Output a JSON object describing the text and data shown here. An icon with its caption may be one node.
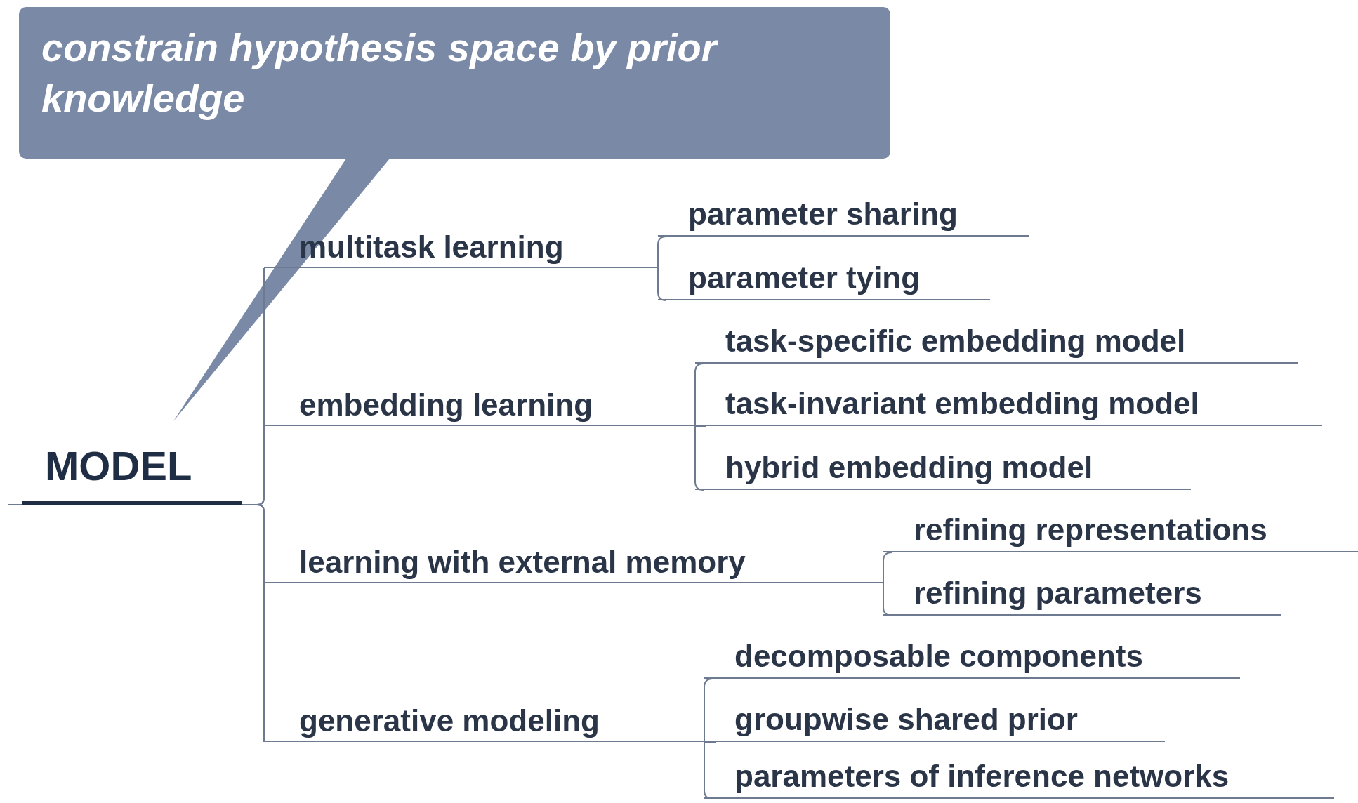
{
  "diagram": {
    "nodes": [
      {
        "text": [
          "constrain hypothesis space by prior knowledge"
        ]
      },
      {
        "text": [
          "MODEL"
        ]
      },
      {
        "text": [
          "multitask learning"
        ]
      },
      {
        "text": [
          "parameter sharing"
        ]
      },
      {
        "text": [
          "parameter tying"
        ]
      },
      {
        "text": [
          "embedding learning"
        ]
      },
      {
        "text": [
          "task-specific embedding model"
        ]
      },
      {
        "text": [
          "task-invariant embedding model"
        ]
      },
      {
        "text": [
          "hybrid embedding model"
        ]
      },
      {
        "text": [
          "learning with external memory"
        ]
      },
      {
        "text": [
          "refining representations"
        ]
      },
      {
        "text": [
          "refining parameters"
        ]
      },
      {
        "text": [
          "generative modeling"
        ]
      },
      {
        "text": [
          "decomposable components"
        ]
      },
      {
        "text": [
          "groupwise shared prior"
        ]
      },
      {
        "text": [
          "parameters of inference networks"
        ]
      }
    ],
    "edges": [
      {
        "from": 0,
        "to": 1,
        "arrow": "none"
      },
      {
        "from": 1,
        "to": 2,
        "arrow": "none"
      },
      {
        "from": 1,
        "to": 5,
        "arrow": "none"
      },
      {
        "from": 1,
        "to": 9,
        "arrow": "none"
      },
      {
        "from": 1,
        "to": 12,
        "arrow": "none"
      },
      {
        "from": 2,
        "to": 3,
        "arrow": "none"
      },
      {
        "from": 2,
        "to": 4,
        "arrow": "none"
      },
      {
        "from": 5,
        "to": 6,
        "arrow": "none"
      },
      {
        "from": 5,
        "to": 7,
        "arrow": "none"
      },
      {
        "from": 5,
        "to": 8,
        "arrow": "none"
      },
      {
        "from": 9,
        "to": 10,
        "arrow": "none"
      },
      {
        "from": 9,
        "to": 11,
        "arrow": "none"
      },
      {
        "from": 12,
        "to": 13,
        "arrow": "none"
      },
      {
        "from": 12,
        "to": 14,
        "arrow": "none"
      },
      {
        "from": 12,
        "to": 15,
        "arrow": "none"
      }
    ]
  }
}
